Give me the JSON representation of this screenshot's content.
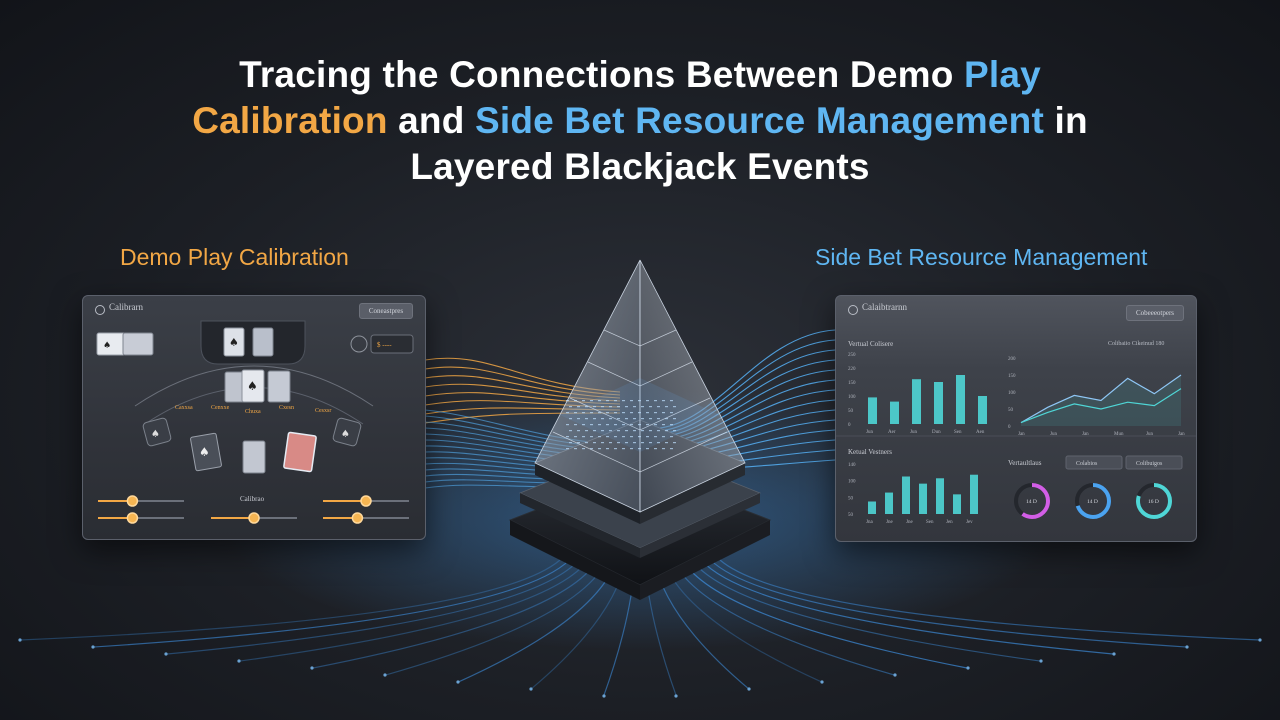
{
  "title": {
    "part1": "Tracing the Connections Between Demo ",
    "play": "Play",
    "calibration": "Calibration",
    "and": " and ",
    "sidebet": "Side Bet Resource Management",
    "in": " in",
    "line3": "Layered Blackjack Events"
  },
  "labels": {
    "left": "Demo Play Calibration",
    "right": "Side Bet Resource Management"
  },
  "left_panel": {
    "title": "Calibrarn",
    "button": "Coneastpres",
    "chip_text": "$ ----",
    "arc_labels": [
      "Caxxsa",
      "Cenxxe",
      "Chuxa",
      "Cxesn",
      "Cesxsr"
    ],
    "slider_label": "Calibrao",
    "slider_levels": [
      0.4,
      0.4,
      0.5,
      0.5,
      0.4,
      0.4
    ]
  },
  "right_panel": {
    "title": "Calaibtrarnn",
    "button": "Cobeeeotpers",
    "header_right": "Colibaiio  Cikeinud 180",
    "bar_chart_top": {
      "title": "Vertual Colisere",
      "y_ticks": [
        "250",
        "220",
        "150",
        "100",
        "50",
        "0"
      ],
      "x_ticks": [
        "Jun",
        "Aer",
        "Jun",
        "Dun",
        "Sen",
        "Aen"
      ],
      "values": [
        95,
        80,
        160,
        150,
        175,
        100
      ]
    },
    "line_chart": {
      "y_ticks": [
        "200",
        "150",
        "100",
        "50",
        "0"
      ],
      "x_ticks": [
        "Jan",
        "Jun",
        "Jan",
        "Mun",
        "Jun",
        "Jan"
      ],
      "series_a": [
        10,
        55,
        90,
        75,
        140,
        95,
        150
      ],
      "series_b": [
        10,
        40,
        65,
        50,
        70,
        60,
        110
      ]
    },
    "bar_chart_bottom": {
      "title": "Ketual Vestners",
      "y_ticks": [
        "140",
        "100",
        "50",
        "50"
      ],
      "x_ticks": [
        "Jna",
        "Jne",
        "Jne",
        "Sen",
        "Jen",
        "Jev"
      ],
      "values": [
        35,
        60,
        105,
        85,
        100,
        55,
        110
      ]
    },
    "gauge_section": {
      "label": "Vertaultlaus",
      "tabs": [
        "Colabios",
        "Colibuigos"
      ],
      "gauges": [
        {
          "value": "14 D",
          "fraction": 0.6,
          "color": "#d25ee6"
        },
        {
          "value": "14 D",
          "fraction": 0.7,
          "color": "#4ba3f0"
        },
        {
          "value": "16 D",
          "fraction": 0.8,
          "color": "#4fd6d6"
        }
      ]
    }
  },
  "colors": {
    "orange": "#f2a745",
    "blue": "#5fb6f2",
    "cyan": "#4fd6d6",
    "pink": "#d25ee6"
  }
}
